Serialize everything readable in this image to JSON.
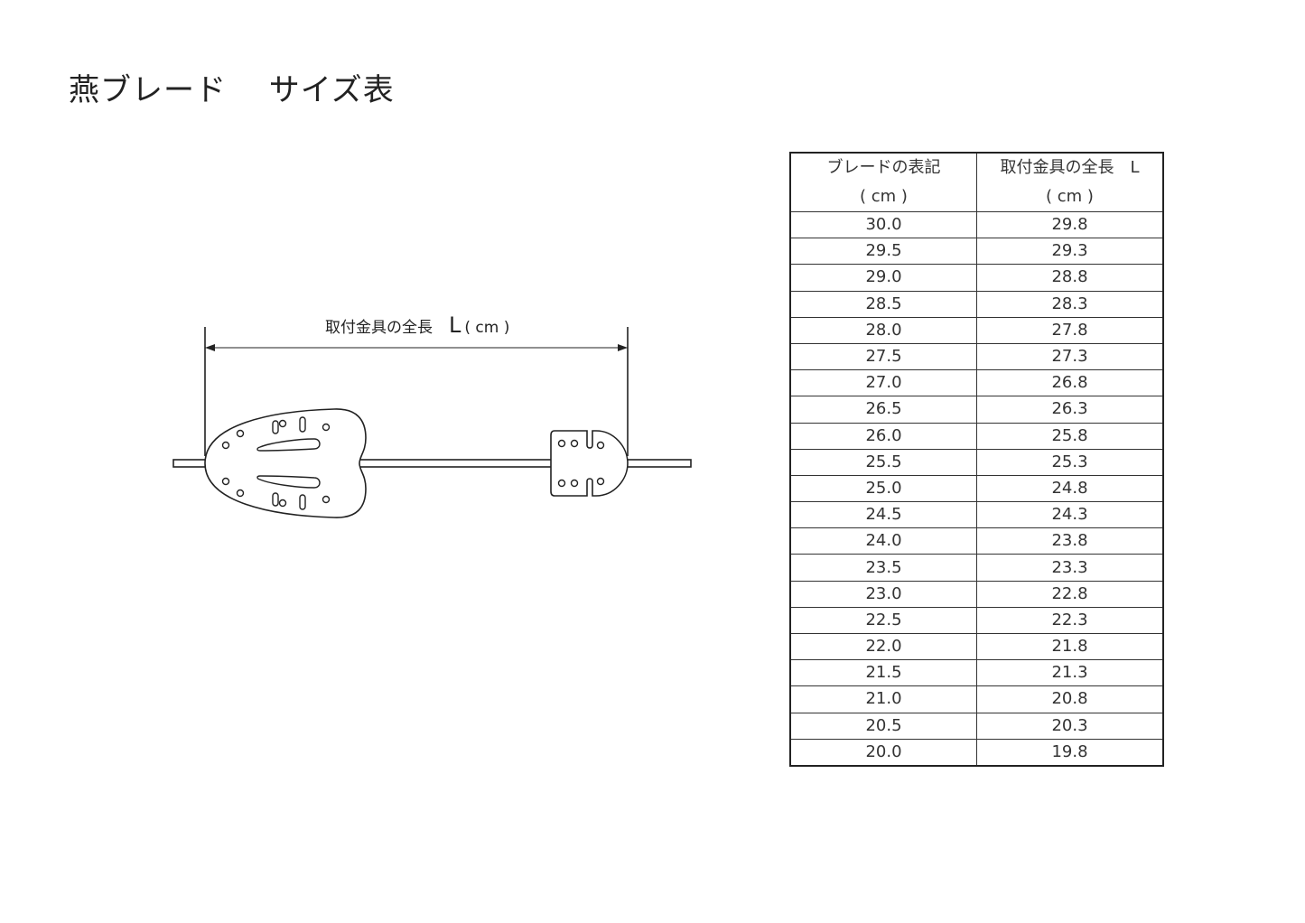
{
  "title": "燕ブレード　 サイズ表",
  "diagram": {
    "label": "取付金具の全長",
    "symbol": "L",
    "unit": "( cm )"
  },
  "table": {
    "headers": [
      {
        "line1": "ブレードの表記",
        "line2": "( cm )"
      },
      {
        "line1": "取付金具の全長　L",
        "line2": "( cm )"
      }
    ],
    "rows": [
      [
        "30.0",
        "29.8"
      ],
      [
        "29.5",
        "29.3"
      ],
      [
        "29.0",
        "28.8"
      ],
      [
        "28.5",
        "28.3"
      ],
      [
        "28.0",
        "27.8"
      ],
      [
        "27.5",
        "27.3"
      ],
      [
        "27.0",
        "26.8"
      ],
      [
        "26.5",
        "26.3"
      ],
      [
        "26.0",
        "25.8"
      ],
      [
        "25.5",
        "25.3"
      ],
      [
        "25.0",
        "24.8"
      ],
      [
        "24.5",
        "24.3"
      ],
      [
        "24.0",
        "23.8"
      ],
      [
        "23.5",
        "23.3"
      ],
      [
        "23.0",
        "22.8"
      ],
      [
        "22.5",
        "22.3"
      ],
      [
        "22.0",
        "21.8"
      ],
      [
        "21.5",
        "21.3"
      ],
      [
        "21.0",
        "20.8"
      ],
      [
        "20.5",
        "20.3"
      ],
      [
        "20.0",
        "19.8"
      ]
    ]
  }
}
